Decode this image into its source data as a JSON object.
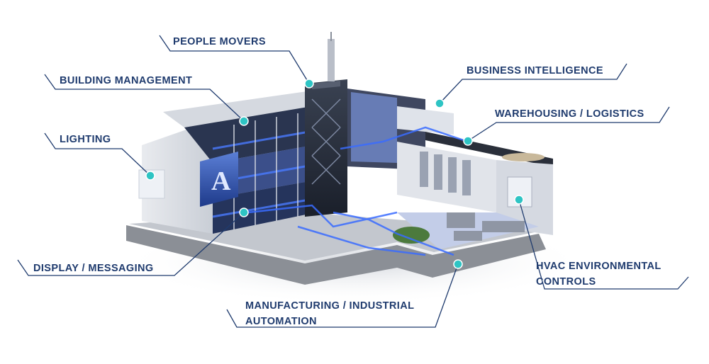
{
  "diagram": {
    "labels": {
      "people_movers": "PEOPLE MOVERS",
      "building_management": "BUILDING MANAGEMENT",
      "lighting": "LIGHTING",
      "display_messaging": "DISPLAY / MESSAGING",
      "business_intelligence": "BUSINESS INTELLIGENCE",
      "warehousing_logistics": "WAREHOUSING / LOGISTICS",
      "hvac_line1": "HVAC ENVIRONMENTAL",
      "hvac_line2": "CONTROLS",
      "manufacturing_line1": "MANUFACTURING / INDUSTRIAL",
      "manufacturing_line2": "AUTOMATION"
    },
    "colors": {
      "label_text": "#1f3b6e",
      "leader_line": "#1f3b6e",
      "marker": "#2ec4c4",
      "glow": "#2f6bff"
    }
  }
}
